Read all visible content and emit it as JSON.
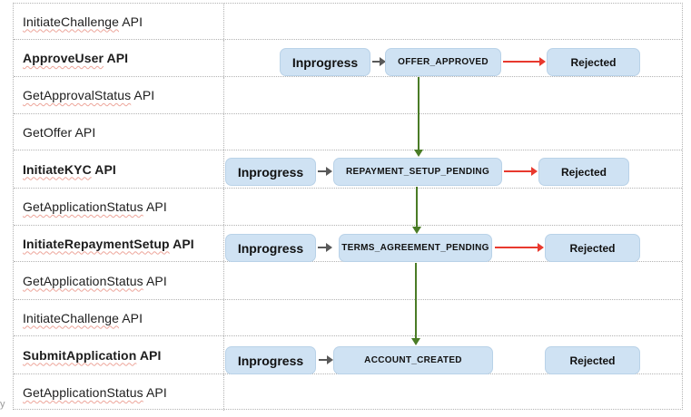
{
  "table": {
    "rows": [
      {
        "word": "InitiateChallenge",
        "suffix": " API",
        "bold": false
      },
      {
        "word": "ApproveUser",
        "suffix": " API",
        "bold": true
      },
      {
        "word": "GetApprovalStatus",
        "suffix": " API",
        "bold": false
      },
      {
        "word": "GetOffer",
        "suffix": " API",
        "bold": false
      },
      {
        "word": "InitiateKYC",
        "suffix": " API",
        "bold": true
      },
      {
        "word": "GetApplicationStatus",
        "suffix": " API",
        "bold": false
      },
      {
        "word": "InitiateRepaymentSetup",
        "suffix": " API",
        "bold": true
      },
      {
        "word": "GetApplicationStatus",
        "suffix": " API",
        "bold": false
      },
      {
        "word": "InitiateChallenge",
        "suffix": " API",
        "bold": false
      },
      {
        "word": "SubmitApplication",
        "suffix": " API",
        "bold": true
      },
      {
        "word": "GetApplicationStatus",
        "suffix": " API",
        "bold": false
      }
    ]
  },
  "flows": [
    {
      "api": "ApproveUser API",
      "start": "Inprogress",
      "state": "OFFER_APPROVED",
      "end": "Rejected",
      "reject_arrow": true
    },
    {
      "api": "InitiateKYC API",
      "start": "Inprogress",
      "state": "REPAYMENT_SETUP_PENDING",
      "end": "Rejected",
      "reject_arrow": true
    },
    {
      "api": "InitiateRepaymentSetup API",
      "start": "Inprogress",
      "state": "TERMS_AGREEMENT_PENDING",
      "end": "Rejected",
      "reject_arrow": true
    },
    {
      "api": "SubmitApplication API",
      "start": "Inprogress",
      "state": "ACCOUNT_CREATED",
      "end": "Rejected",
      "reject_arrow": false
    }
  ],
  "colors": {
    "box_fill": "#cfe2f3",
    "box_border": "#b9d2e8",
    "grid_dotted": "#b3b3b3",
    "red_arrow": "#e8392e",
    "green_arrow": "#4a7c26",
    "gray_arrow": "#595959",
    "spellcheck_squiggle": "#eda59a"
  },
  "fragment": {
    "text": "y"
  }
}
